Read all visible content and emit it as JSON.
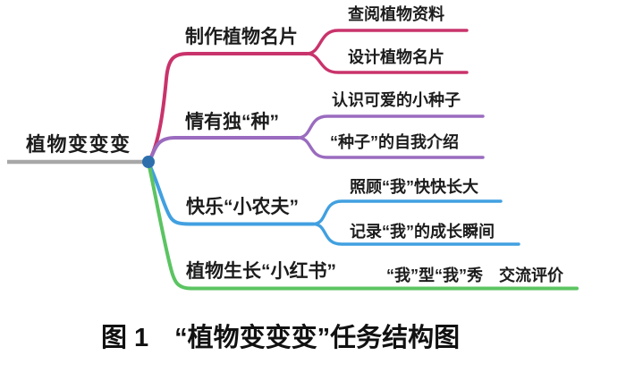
{
  "root": {
    "label": "植物变变变"
  },
  "hub_color": "#2d6fad",
  "stem_color": "#a8a8a8",
  "branches": [
    {
      "label": "制作植物名片",
      "color": "#c9336b",
      "children": [
        {
          "label": "查阅植物资料"
        },
        {
          "label": "设计植物名片"
        }
      ]
    },
    {
      "label": "情有独“种”",
      "color": "#9a6bbf",
      "children": [
        {
          "label": "认识可爱的小种子"
        },
        {
          "label": "“种子”的自我介绍"
        }
      ]
    },
    {
      "label": "快乐“小农夫”",
      "color": "#41a0e0",
      "children": [
        {
          "label": "照顾“我”快快长大"
        },
        {
          "label": "记录“我”的成长瞬间"
        }
      ]
    },
    {
      "label": "植物生长“小红书”",
      "color": "#5bc462",
      "children": [
        {
          "label": "“我”型“我”秀　交流评价"
        }
      ]
    }
  ],
  "caption": "图 1　“植物变变变”任务结构图"
}
